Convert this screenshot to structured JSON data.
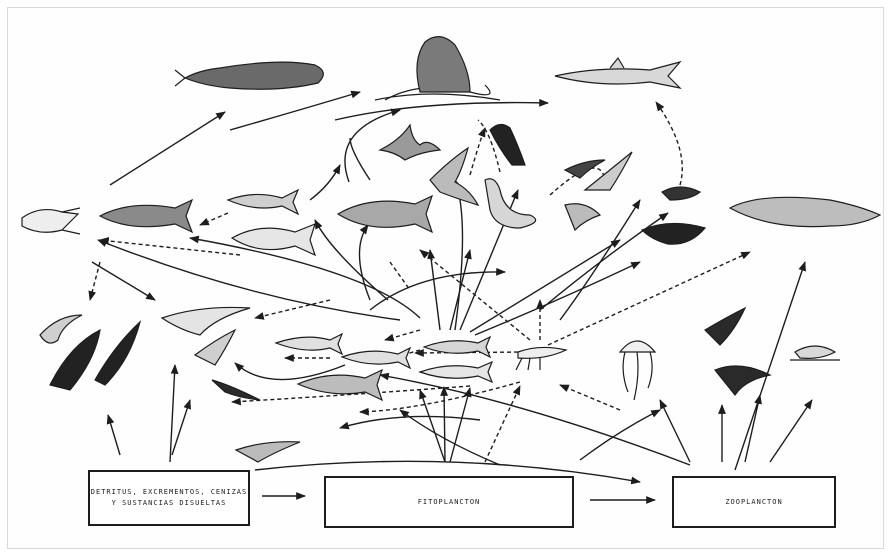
{
  "boxes": {
    "detritus": {
      "lines": [
        "DETRITUS, EXCREMENTOS, CENIZAS",
        "Y SUSTANCIAS DISUELTAS"
      ]
    },
    "fitoplancton": {
      "label": "FITOPLANCTON"
    },
    "zooplancton": {
      "label": "ZOOPLANCTON"
    }
  },
  "colors": {
    "ink": "#1d1d1d",
    "paper": "#ffffff"
  },
  "organisms": [
    "sperm-whale",
    "sea-lion",
    "shark",
    "squid",
    "tuna-left",
    "small-fish-a",
    "tuna-center",
    "bream",
    "gull-flying",
    "cormorant",
    "albatross",
    "pelican",
    "terns",
    "penguin-small",
    "penguin",
    "blue-whale",
    "gull-left",
    "seal-dark",
    "albatross-group",
    "petrel-dark",
    "anchovy-a",
    "anchovy-b",
    "sardine",
    "anchovy-c",
    "mackerel",
    "krill",
    "jellyfish",
    "shearwaters",
    "duck",
    "seabird-low"
  ]
}
